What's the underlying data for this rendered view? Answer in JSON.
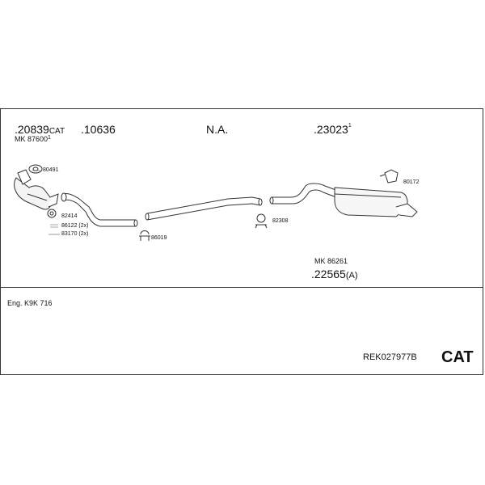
{
  "parts": {
    "p20839": {
      "number": ".20839",
      "suffix": "CAT"
    },
    "mk87600": {
      "label": "MK 87600",
      "sup": "1"
    },
    "p10636": {
      "number": ".10636"
    },
    "na": {
      "label": "N.A."
    },
    "p23023": {
      "number": ".23023",
      "sup": "1"
    },
    "mk86261": {
      "label": "MK 86261"
    },
    "p22565": {
      "number": ".22565",
      "suffix": "(A)"
    }
  },
  "small_parts": {
    "p80491": "80491",
    "p82414": "82414",
    "p86122": "86122 (2x)",
    "p83170": "83170 (2x)",
    "p86019": "86019",
    "p82308": "82308",
    "p80172": "80172"
  },
  "engine": "Eng. K9K 716",
  "reference": "REK027977B",
  "type_badge": "CAT"
}
